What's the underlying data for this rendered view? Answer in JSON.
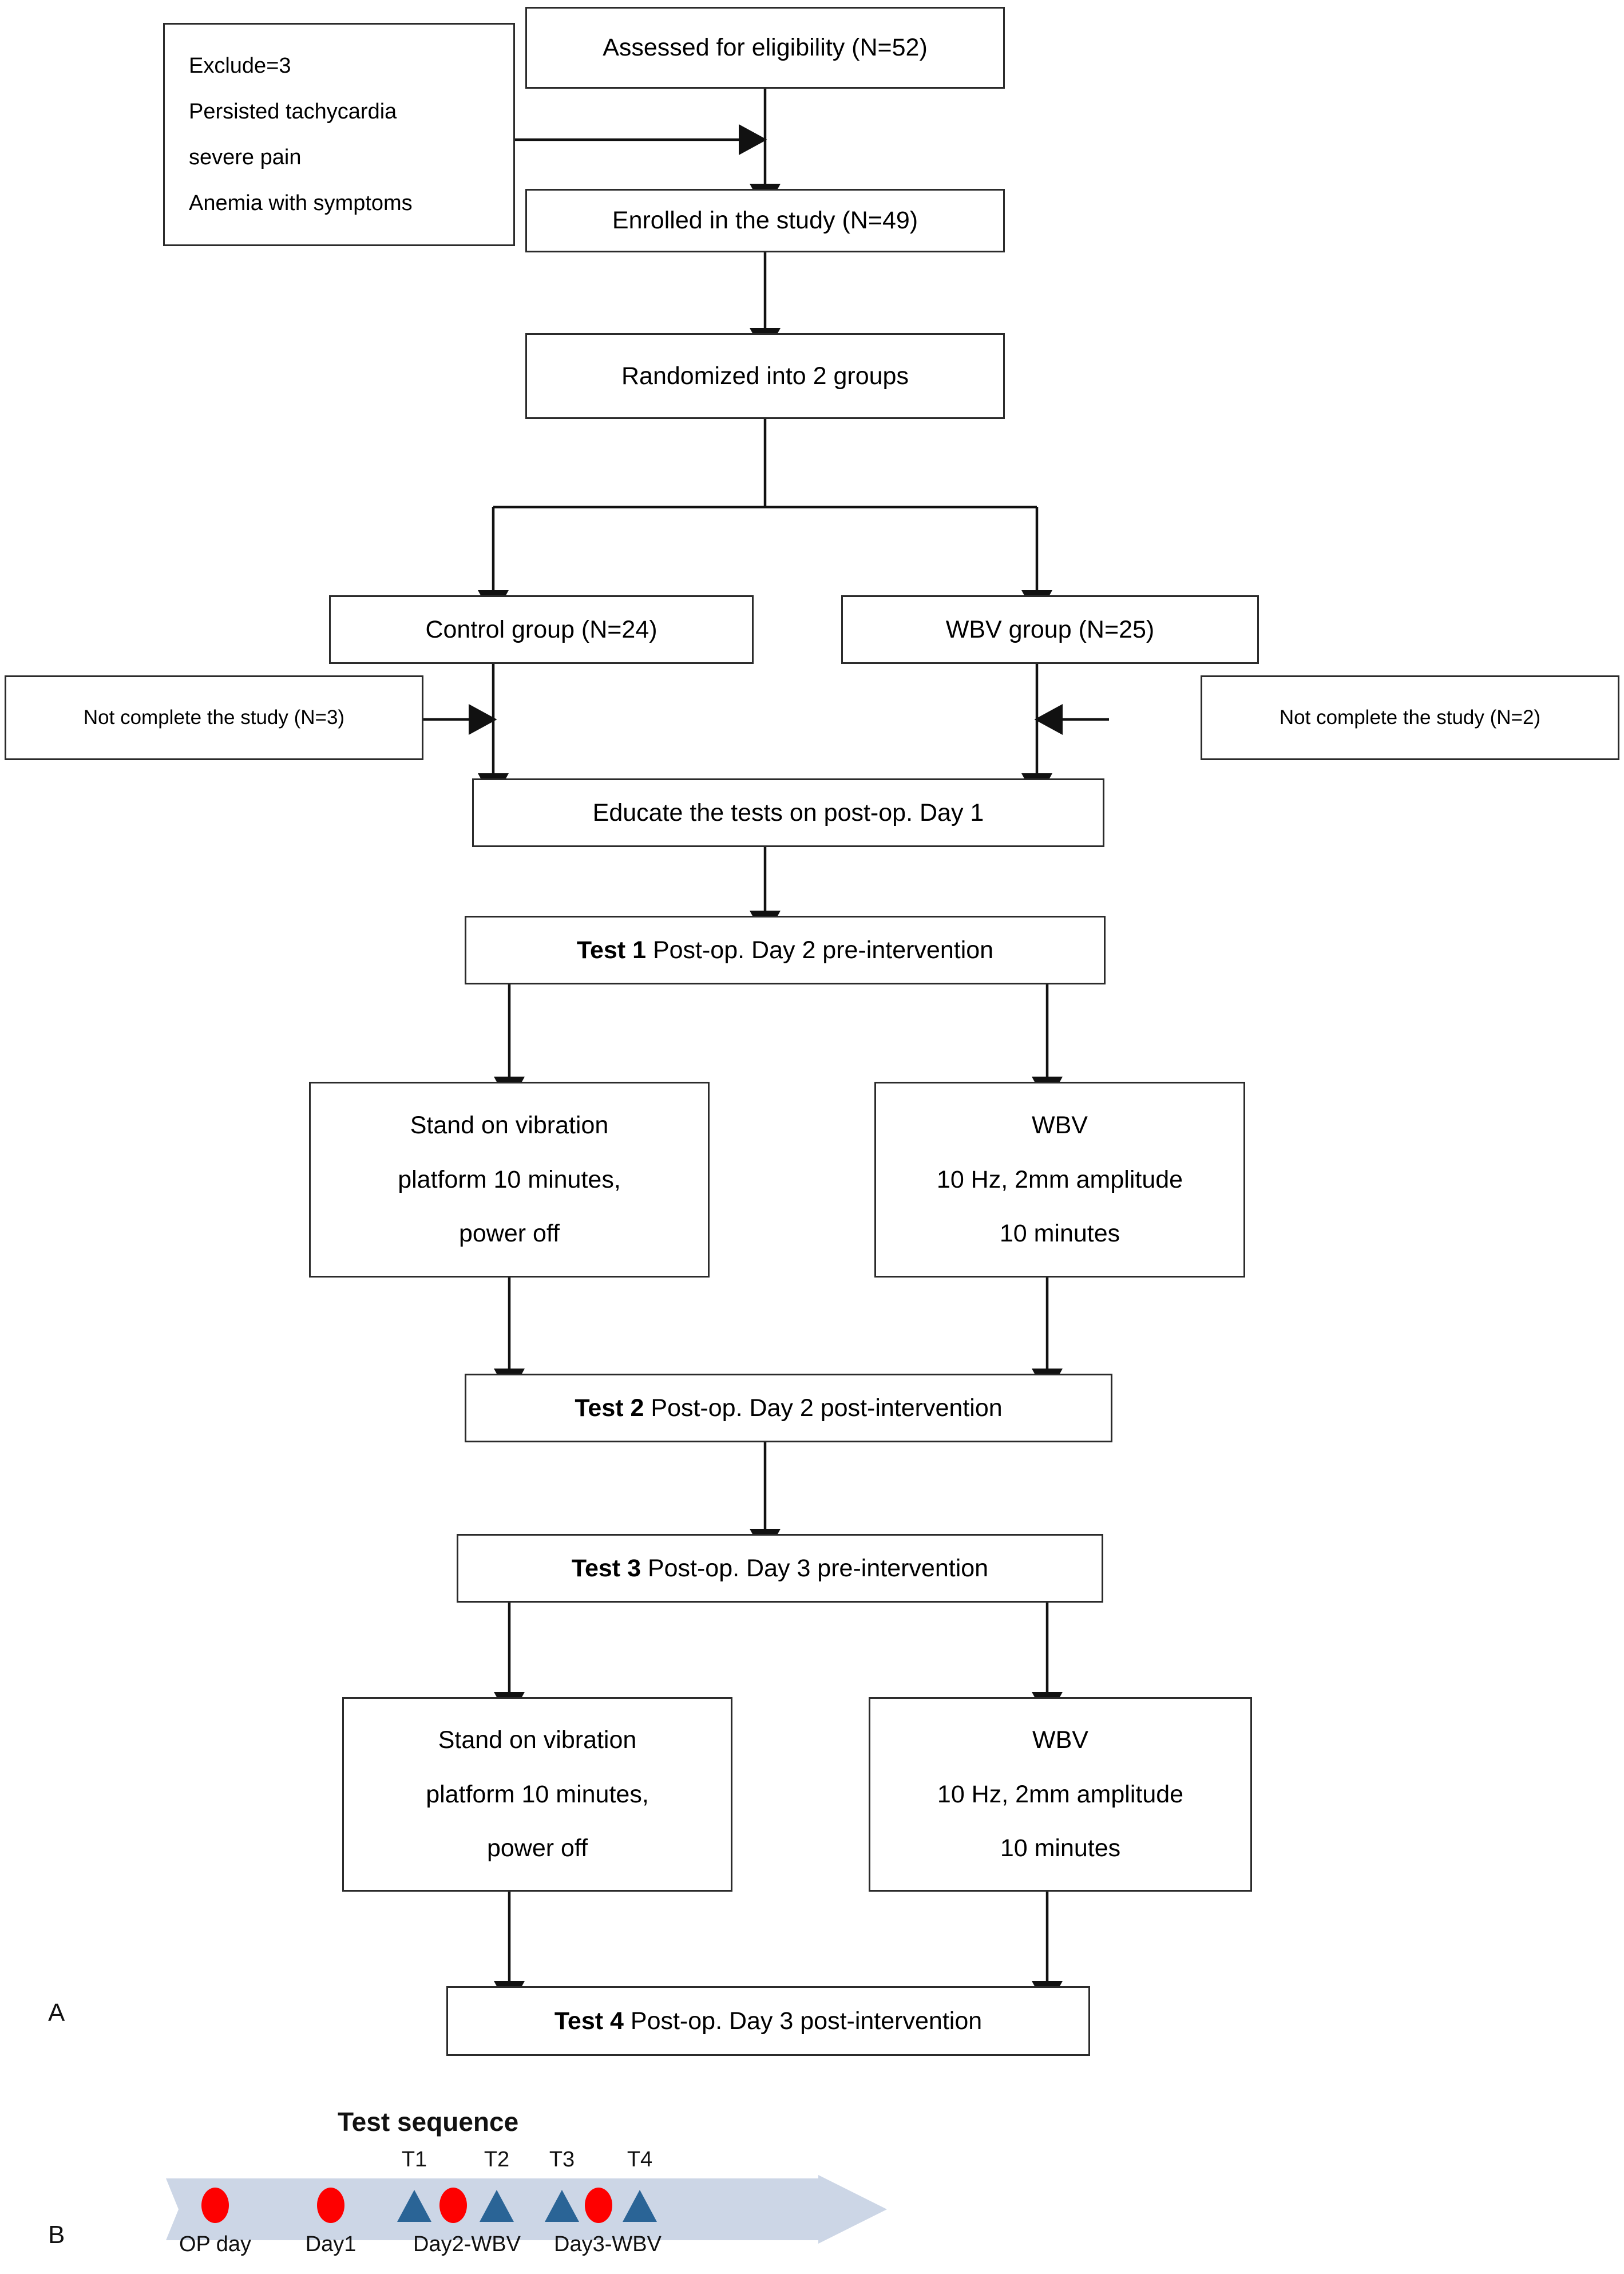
{
  "figure": {
    "panel_a_label": "A",
    "panel_b_label": "B"
  },
  "flowchart": {
    "nodes": {
      "assessed": {
        "text": "Assessed for eligibility (N=52)"
      },
      "exclude": {
        "line1": "Exclude=3",
        "line2": "Persisted tachycardia",
        "line3": "severe pain",
        "line4": "Anemia with symptoms"
      },
      "enrolled": {
        "text": "Enrolled in the study (N=49)"
      },
      "randomized": {
        "text": "Randomized into 2 groups"
      },
      "control_group": {
        "text": "Control group (N=24)"
      },
      "wbv_group": {
        "text": "WBV group (N=25)"
      },
      "dropout_left": {
        "text": "Not complete the study (N=3)"
      },
      "dropout_right": {
        "text": "Not complete the study (N=2)"
      },
      "educate": {
        "text": "Educate the tests on post-op. Day 1"
      },
      "test1": {
        "bold": "Test 1",
        "rest": " Post-op. Day 2 pre-intervention"
      },
      "sham1": {
        "line1": "Stand on vibration",
        "line2": "platform 10 minutes,",
        "line3": "power off"
      },
      "wbv1": {
        "line1": "WBV",
        "line2": "10 Hz, 2mm amplitude",
        "line3": "10 minutes"
      },
      "test2": {
        "bold": "Test 2",
        "rest": " Post-op. Day 2 post-intervention"
      },
      "test3": {
        "bold": "Test 3",
        "rest": " Post-op. Day 3 pre-intervention"
      },
      "sham2": {
        "line1": "Stand on vibration",
        "line2": "platform 10 minutes,",
        "line3": "power off"
      },
      "wbv2": {
        "line1": "WBV",
        "line2": "10 Hz, 2mm amplitude",
        "line3": "10 minutes"
      },
      "test4": {
        "bold": "Test 4",
        "rest": " Post-op. Day 3 post-intervention"
      }
    }
  },
  "timeline": {
    "title": "Test sequence",
    "band_color": "#ccd6e6",
    "dot_color": "#fe0000",
    "triangle_color": "#2a6496",
    "test_markers": [
      {
        "label": "T1"
      },
      {
        "label": "T2"
      },
      {
        "label": "T3"
      },
      {
        "label": "T4"
      }
    ],
    "day_labels": [
      {
        "label": "OP day"
      },
      {
        "label": "Day1"
      },
      {
        "label": "Day2-WBV"
      },
      {
        "label": "Day3-WBV"
      }
    ]
  }
}
